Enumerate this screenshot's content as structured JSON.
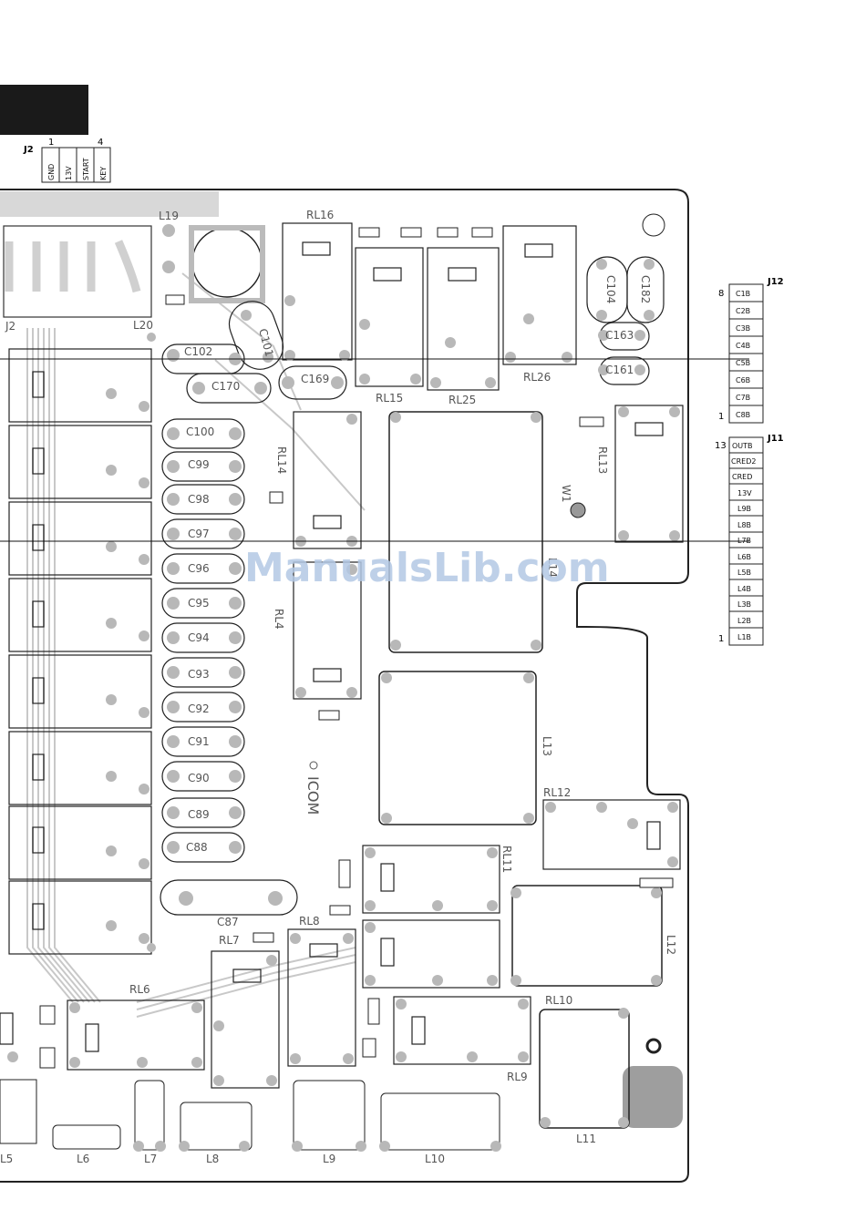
{
  "connector_j2": {
    "label": "J2",
    "pin_first": "1",
    "pin_last": "4",
    "pins": [
      "GND",
      "13V",
      "START",
      "KEY"
    ]
  },
  "connector_j12": {
    "label": "J12",
    "pin_first": "8",
    "pin_last": "1",
    "pins": [
      "C1B",
      "C2B",
      "C3B",
      "C4B",
      "C5B",
      "C6B",
      "C7B",
      "C8B"
    ]
  },
  "connector_j11": {
    "label": "J11",
    "pin_first": "13",
    "pin_last": "1",
    "pins": [
      "OUTB",
      "CRED2",
      "CRED",
      "13V",
      "L9B",
      "L8B",
      "L7B",
      "L6B",
      "L5B",
      "L4B",
      "L3B",
      "L2B",
      "L1B"
    ]
  },
  "board_j2_label": "J2",
  "relays": [
    "RL16",
    "RL15",
    "RL25",
    "RL26",
    "RL14",
    "RL13",
    "RL4",
    "RL12",
    "RL11",
    "RL8",
    "RL7",
    "RL6",
    "RL10",
    "RL9"
  ],
  "capacitors": [
    "C102",
    "C101",
    "C170",
    "C169",
    "C163",
    "C161",
    "C104",
    "C182",
    "C100",
    "C99",
    "C98",
    "C97",
    "C96",
    "C95",
    "C94",
    "C93",
    "C92",
    "C91",
    "C90",
    "C89",
    "C88",
    "C87"
  ],
  "inductors": [
    "L19",
    "L20",
    "L14",
    "L13",
    "L12",
    "L11",
    "L5",
    "L6",
    "L7",
    "L8",
    "L9",
    "L10"
  ],
  "misc": {
    "w1": "W1",
    "brand": "ICOM"
  },
  "watermark": "ManualsLib.com",
  "colors": {
    "outline": "#222222",
    "pad": "#b8b8b8",
    "trace": "#c4c4c4",
    "dark_block": "#1a1a1a"
  }
}
